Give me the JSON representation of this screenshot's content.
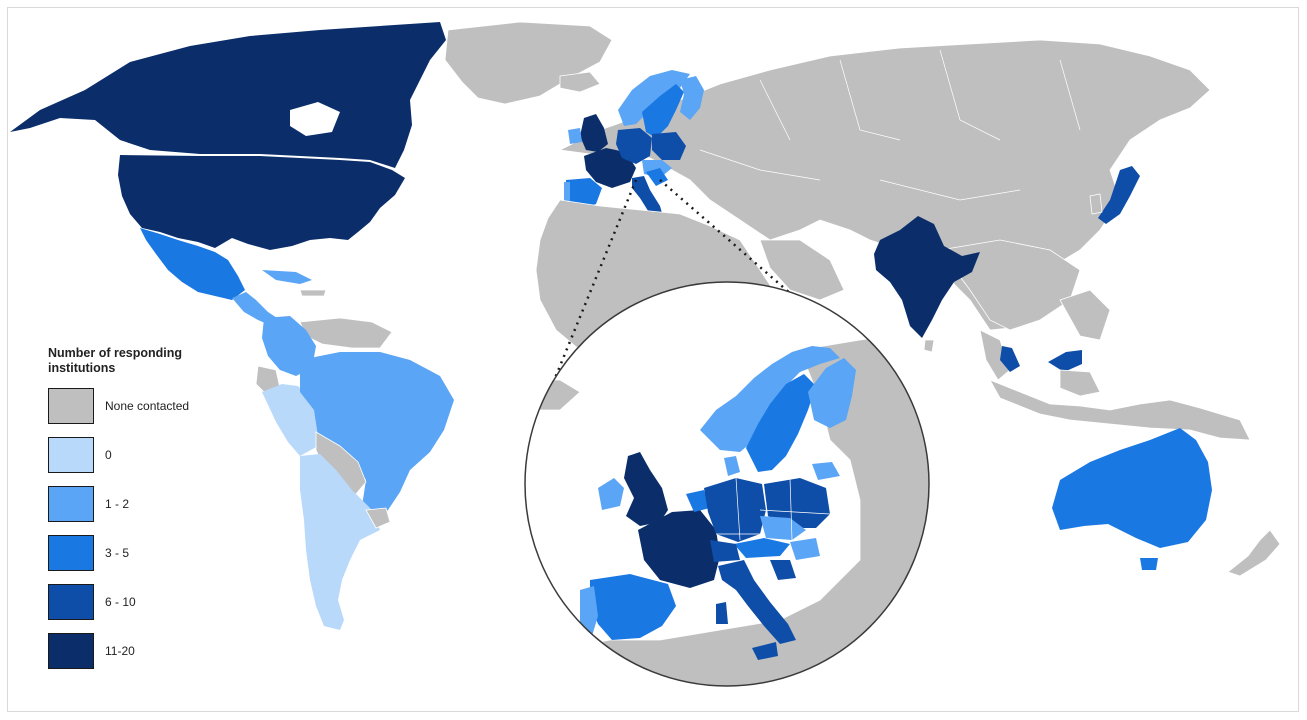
{
  "legend": {
    "title": "Number of responding institutions",
    "items": [
      {
        "label": "None contacted",
        "color": "#bfbfbf"
      },
      {
        "label": "0",
        "color": "#b9d9fb"
      },
      {
        "label": "1 - 2",
        "color": "#5aa5f5"
      },
      {
        "label": "3 - 5",
        "color": "#1a78e3"
      },
      {
        "label": "6 - 10",
        "color": "#0f4ea8"
      },
      {
        "label": "11-20",
        "color": "#0b2e6b"
      }
    ]
  },
  "regions": {
    "canada": "11-20",
    "united-states": "11-20",
    "mexico": "3 - 5",
    "colombia": "1 - 2",
    "brazil": "1 - 2",
    "peru": "0",
    "chile": "0",
    "argentina": "0",
    "united-kingdom": "11-20",
    "france": "11-20",
    "germany": "6 - 10",
    "poland": "6 - 10",
    "italy": "6 - 10",
    "spain": "3 - 5",
    "sweden": "3 - 5",
    "finland": "1 - 2",
    "norway": "1 - 2",
    "ireland": "1 - 2",
    "india": "11-20",
    "japan": "6 - 10",
    "malaysia": "6 - 10",
    "australia": "3 - 5"
  }
}
